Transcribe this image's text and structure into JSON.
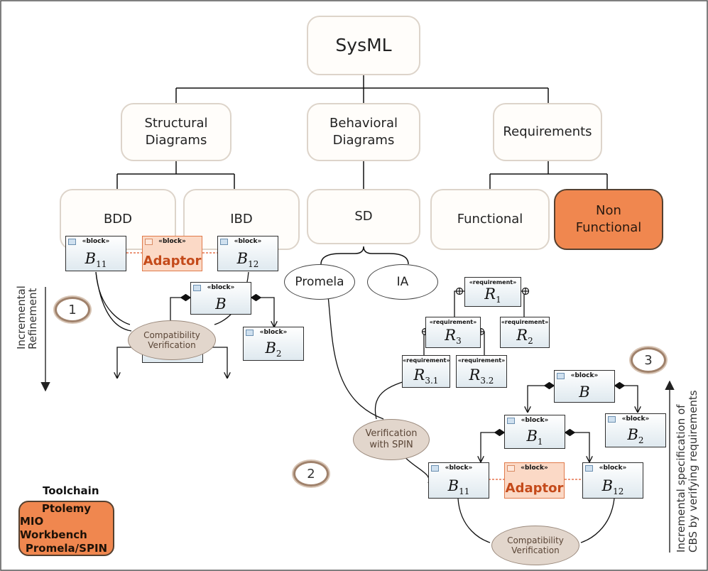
{
  "tree": {
    "root": "SysML",
    "level1": [
      {
        "line1": "Structural",
        "line2": "Diagrams"
      },
      {
        "line1": "Behavioral",
        "line2": "Diagrams"
      },
      {
        "line1": "Requirements",
        "line2": ""
      }
    ],
    "leaves": [
      {
        "line1": "BDD",
        "line2": ""
      },
      {
        "line1": "IBD",
        "line2": ""
      },
      {
        "line1": "SD",
        "line2": ""
      },
      {
        "line1": "Functional",
        "line2": ""
      },
      {
        "line1": "Non",
        "line2": "Functional"
      }
    ]
  },
  "formalisms": {
    "promela": "Promela",
    "ia": "IA"
  },
  "stereotypes": {
    "block": "«block»",
    "requirement": "«requirement»"
  },
  "left_model": {
    "B": "B",
    "B1": "B",
    "B1_sub": "1",
    "B2": "B",
    "B2_sub": "2",
    "B11": "B",
    "B11_sub": "11",
    "B12": "B",
    "B12_sub": "12",
    "adaptor": "Adaptor",
    "verification": {
      "line1": "Compatibility",
      "line2": "Verification"
    }
  },
  "right_model": {
    "B": "B",
    "B1": "B",
    "B1_sub": "1",
    "B2": "B",
    "B2_sub": "2",
    "B11": "B",
    "B11_sub": "11",
    "B12": "B",
    "B12_sub": "12",
    "adaptor": "Adaptor",
    "verification": {
      "line1": "Compatibility",
      "line2": "Verification"
    }
  },
  "requirements": {
    "R1": "R",
    "R1_sub": "1",
    "R2": "R",
    "R2_sub": "2",
    "R3": "R",
    "R3_sub": "3",
    "R31": "R",
    "R31_sub": "3.1",
    "R32": "R",
    "R32_sub": "3.2"
  },
  "spin": {
    "line1": "Verification",
    "line2": "with SPIN"
  },
  "steps": {
    "one": "1",
    "two": "2",
    "three": "3"
  },
  "labels": {
    "incremental_1": "Incremental",
    "incremental_2": "Refinement",
    "spec_1": "Incremental specification of",
    "spec_2": "CBS by verifying requirements"
  },
  "toolchain": {
    "title": "Toolchain",
    "items": [
      "Ptolemy",
      "MIO Workbench",
      "Promela/SPIN"
    ]
  },
  "colors": {
    "highlight": "#f0874f",
    "box_border": "#ddd4ca",
    "adaptor": "#fbd9c6"
  }
}
